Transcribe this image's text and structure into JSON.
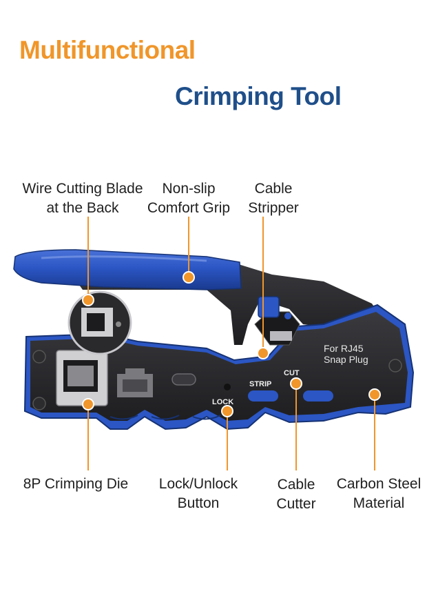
{
  "title": {
    "line1": "Multifunctional",
    "line2": "Crimping Tool"
  },
  "labels": {
    "wire_cutting_blade": [
      "Wire Cutting Blade",
      "at the Back"
    ],
    "non_slip_grip": [
      "Non-slip",
      "Comfort Grip"
    ],
    "cable_stripper": [
      "Cable",
      "Stripper"
    ],
    "crimping_die": [
      "8P Crimping Die"
    ],
    "lock_unlock": [
      "Lock/Unlock",
      "Button"
    ],
    "cable_cutter": [
      "Cable",
      "Cutter"
    ],
    "carbon_steel": [
      "Carbon Steel",
      "Material"
    ]
  },
  "tool_markings": {
    "model_line1": "For RJ45",
    "model_line2": "Snap Plug",
    "strip": "STRIP",
    "cut": "CUT",
    "lock": "LOCK"
  },
  "colors": {
    "orange": "#f0962a",
    "navy": "#1f4f8a",
    "tool_blue": "#2b56c4",
    "tool_black": "#2a2a2d"
  },
  "icons": [
    "crimping-tool-illustration",
    "callout-dot",
    "rj45-port-icon"
  ]
}
